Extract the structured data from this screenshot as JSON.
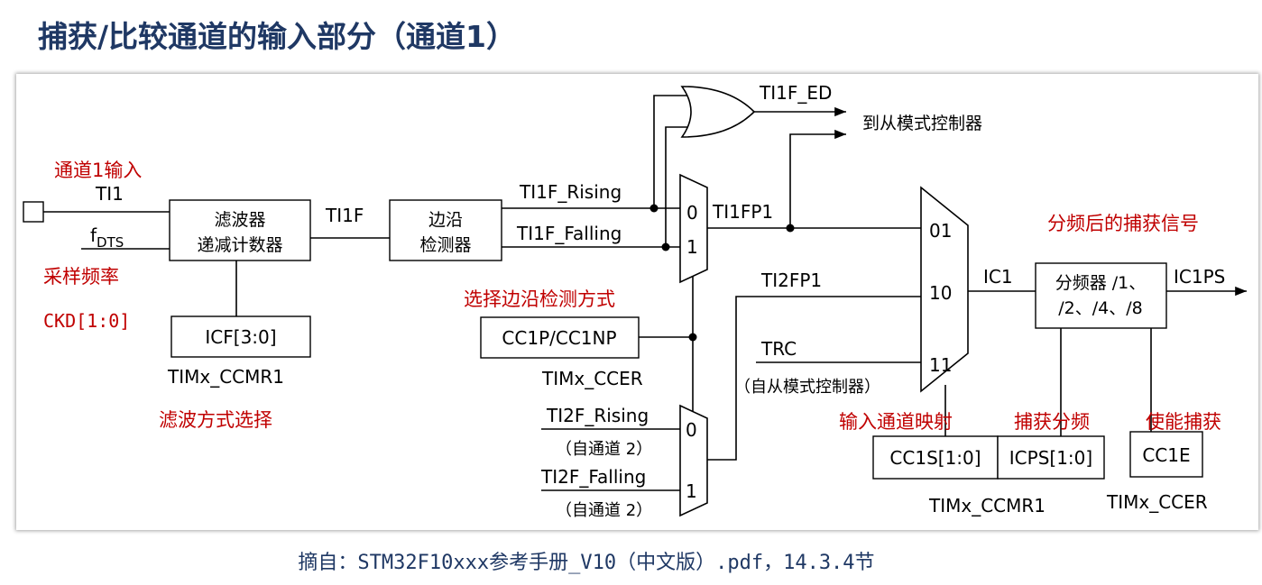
{
  "page": {
    "title": "捕获/比较通道的输入部分（通道1）",
    "footer": "摘自：STM32F10xxx参考手册_V10（中文版）.pdf，14.3.4节"
  },
  "diagram": {
    "input": {
      "channel_label": "通道1输入",
      "ti1": "TI1",
      "fdts_main": "f",
      "fdts_sub": "DTS",
      "sample_label": "采样频率",
      "ckd": "CKD[1:0]"
    },
    "filter": {
      "line1": "滤波器",
      "line2": "递减计数器",
      "icf": "ICF[3:0]",
      "register": "TIMx_CCMR1",
      "desc": "滤波方式选择"
    },
    "edge_detector": {
      "signal_in": "TI1F",
      "line1": "边沿",
      "line2": "检测器"
    },
    "edges": {
      "rising": "TI1F_Rising",
      "falling": "TI1F_Falling",
      "select_label": "选择边沿检测方式",
      "ccp": "CC1P/CC1NP",
      "register": "TIMx_CCER"
    },
    "mux1": {
      "in0": "0",
      "in1": "1",
      "out": "TI1FP1"
    },
    "or_gate": {
      "output": "TI1F_ED",
      "slave_label": "到从模式控制器"
    },
    "mux2": {
      "rising": "TI2F_Rising",
      "rising_note": "（自通道 2）",
      "falling": "TI2F_Falling",
      "falling_note": "（自通道 2）",
      "in0": "0",
      "in1": "1",
      "out": "TI2FP1"
    },
    "trc": {
      "label": "TRC",
      "note": "（自从模式控制器）"
    },
    "mux3": {
      "in01": "01",
      "in10": "10",
      "in11": "11",
      "out": "IC1",
      "map_label": "输入通道映射"
    },
    "prescaler": {
      "line1": "分频器 /1、",
      "line2": "/2、/4、/8",
      "out": "IC1PS",
      "signal_label": "分频后的捕获信号",
      "presc_label": "捕获分频",
      "enable_label": "使能捕获"
    },
    "registers": {
      "cc1s": "CC1S[1:0]",
      "icps": "ICPS[1:0]",
      "ccmr1": "TIMx_CCMR1",
      "cc1e": "CC1E",
      "ccer": "TIMx_CCER"
    }
  }
}
